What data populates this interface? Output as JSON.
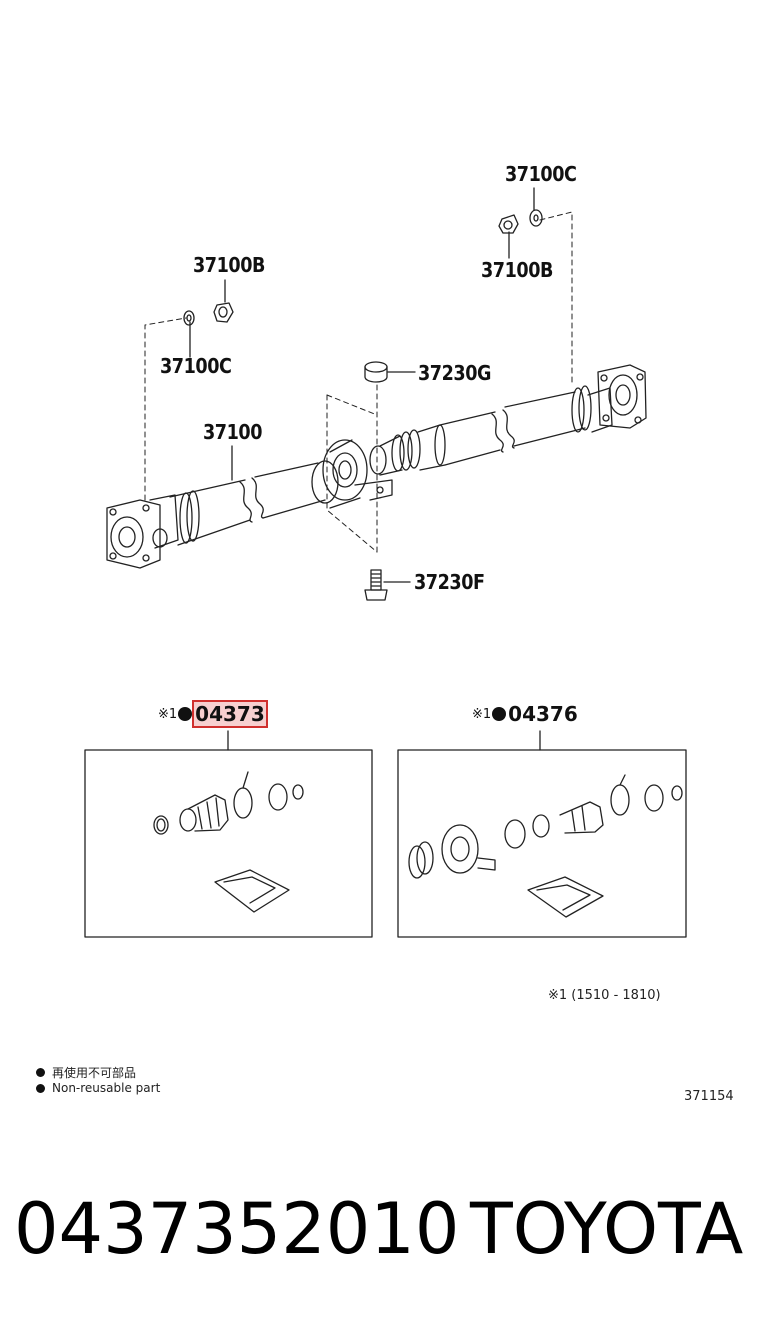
{
  "labels": {
    "l_37100C_top": "37100C",
    "l_37100B_right": "37100B",
    "l_37100B_left": "37100B",
    "l_37100C_left": "37100C",
    "l_37230G": "37230G",
    "l_37100": "37100",
    "l_37230F": "37230F"
  },
  "kits": [
    {
      "prefix": "※1",
      "part": "04373"
    },
    {
      "prefix": "※1",
      "part": "04376"
    }
  ],
  "footnote": "※1 (1510 - 1810)",
  "legend": {
    "jp": "再使用不可部品",
    "en": "Non-reusable part"
  },
  "diagram_code": "371154",
  "footer": {
    "part_number": "0437352010",
    "brand": "TOYOTA"
  }
}
